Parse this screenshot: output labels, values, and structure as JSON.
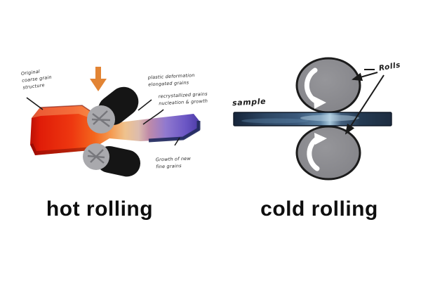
{
  "hot": {
    "caption": "hot rolling",
    "labels": {
      "original": "Original\ncoarse grain\nstructure",
      "plastic": "plastic deformation\nelongated grains",
      "recrystallized": "recrystallized grains\nnucleation & growth",
      "growth": "Growth of new\nfine grains"
    },
    "colors": {
      "roller": "#151515",
      "roller_face": "#a9a9ad",
      "force_arrow": "#e28434",
      "strip_hot_end": "#e01c08",
      "strip_mid": "#f59b52",
      "strip_cool_end": "#5a47b0",
      "leader": "#1a1a1a"
    }
  },
  "cold": {
    "caption": "cold rolling",
    "labels": {
      "sample": "sample",
      "rolls": "Rolls"
    },
    "colors": {
      "roll_fill": "#8b8b90",
      "roll_outline": "#1b1b1b",
      "strip_dark": "#1d2c40",
      "strip_shine": "#a8c8dc",
      "rotation_arrow": "#ffffff",
      "leader": "#1a1a1a"
    }
  }
}
